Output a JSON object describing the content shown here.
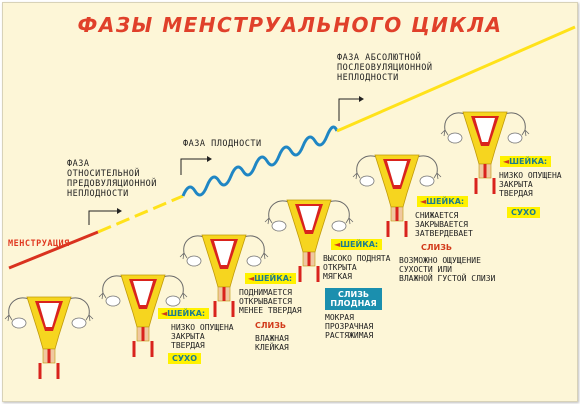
{
  "title": "ФАЗЫ МЕНСТРУАЛЬНОГО ЦИКЛА",
  "phases": {
    "menstruation": "МЕНСТРУАЦИЯ",
    "relative_infertility": "ФАЗА\nОТНОСИТЕЛЬНОЙ\nПРЕДОВУЛЯЦИОННОЙ\nНЕПЛОДНОСТИ",
    "fertility": "ФАЗА ПЛОДНОСТИ",
    "absolute_infertility": "ФАЗА АБСОЛЮТНОЙ\nПОСЛЕОВУЛЯЦИОННОЙ\nНЕПЛОДНОСТИ"
  },
  "stage_labels": {
    "cervix": "ШЕЙКА:",
    "mucus": "СЛИЗЬ",
    "dry": "СУХО",
    "fertile_mucus": "СЛИЗЬ\nПЛОДНАЯ"
  },
  "stages": [
    {
      "cervix_desc": "НИЗКО ОПУЩЕНА\nЗАКРЫТА\nТВЕРДАЯ",
      "mucus_desc": ""
    },
    {
      "cervix_desc": "ПОДНИМАЕТСЯ\nОТКРЫВАЕТСЯ\nМЕНЕЕ ТВЕРДАЯ",
      "mucus_desc": "ВЛАЖНАЯ\nКЛЕЙКАЯ"
    },
    {
      "cervix_desc": "ВЫСОКО ПОДНЯТА\nОТКРЫТА\nМЯГКАЯ",
      "mucus_desc": "МОКРАЯ\nПРОЗРАЧНАЯ\nРАСТЯЖИМАЯ"
    },
    {
      "cervix_desc": "СНИЖАЕТСЯ\nЗАКРЫВАЕТСЯ\nЗАТВЕРДЕВАЕТ",
      "mucus_desc": "ВОЗМОЖНО ОЩУЩЕНИЕ\nСУХОСТИ или\nВЛАЖНОЙ ГУСТОЙ СЛИЗИ"
    },
    {
      "cervix_desc": "НИЗКО ОПУЩЕНА\nЗАКРЫТА\nТВЕРДАЯ",
      "mucus_desc": ""
    }
  ],
  "colors": {
    "title": "#e0402a",
    "menstruation_line": "#d9321f",
    "infertile_line": "#ffe21a",
    "fertile_wave": "#1f86c4",
    "badge_bg": "#fff200",
    "fertile_box": "#1b8fae"
  }
}
